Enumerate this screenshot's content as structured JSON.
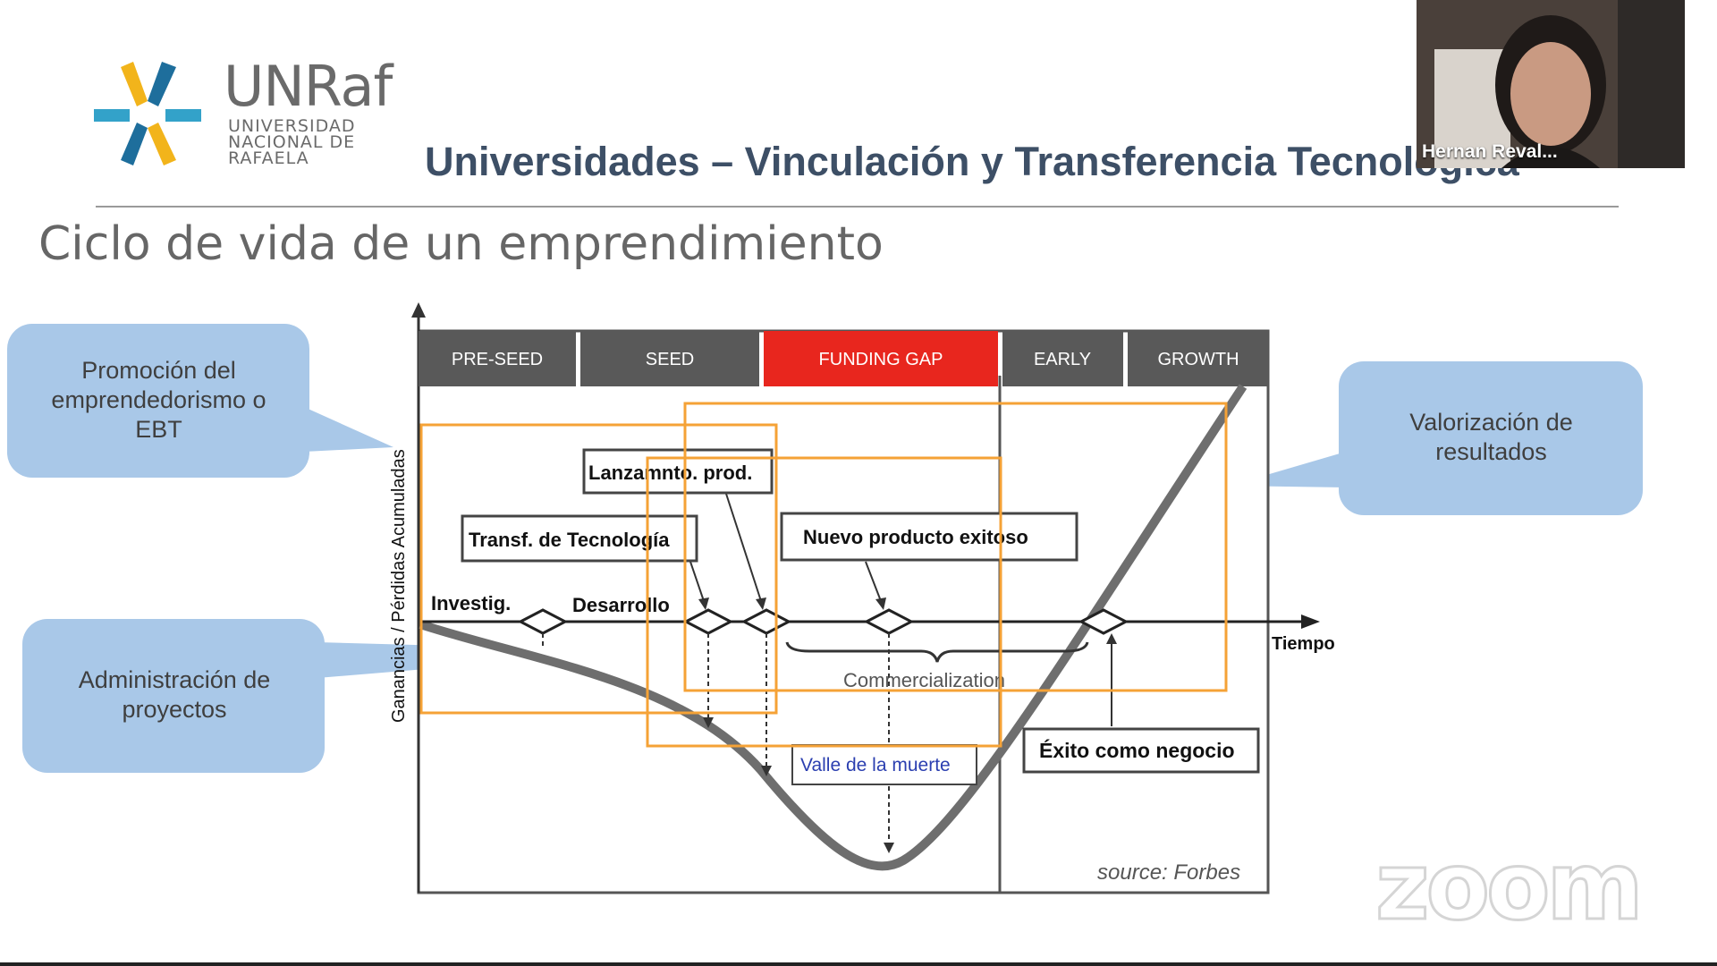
{
  "logo": {
    "brand": "UNRaf",
    "line1": "UNIVERSIDAD",
    "line2": "NACIONAL DE",
    "line3": "RAFAELA",
    "colors": {
      "yellow": "#f2b41b",
      "blue": "#1e6e9c",
      "cyan": "#33a2c9"
    }
  },
  "header": {
    "title": "Universidades – Vinculación y Transferencia Tecnológica"
  },
  "slide": {
    "subtitle": "Ciclo de vida de un emprendimiento"
  },
  "callouts": {
    "promocion": "Promoción del emprendedorismo o EBT",
    "administracion": "Administración de proyectos",
    "valorizacion": "Valorización de resultados",
    "color": "#a9c8e8"
  },
  "chart": {
    "phases": [
      "PRE-SEED",
      "SEED",
      "FUNDING GAP",
      "EARLY",
      "GROWTH"
    ],
    "phase_color": "#595959",
    "gap_color": "#e8261e",
    "ylabel": "Ganancias / Pérdidas Acumuladas",
    "xlabel": "Tiempo",
    "milestones": {
      "investig": "Investig.",
      "desarrollo": "Desarrollo",
      "transf": "Transf. de Tecnología",
      "lanz": "Lanzamnto. prod.",
      "nuevo": "Nuevo producto exitoso",
      "commercial": "Commercialization",
      "valle": "Valle de la muerte",
      "exito": "Éxito como negocio"
    },
    "source": "source: Forbes",
    "highlight_color": "#f5a236"
  },
  "video": {
    "participant_name": "Hernan Reval..."
  },
  "watermark": {
    "text": "zoom"
  }
}
